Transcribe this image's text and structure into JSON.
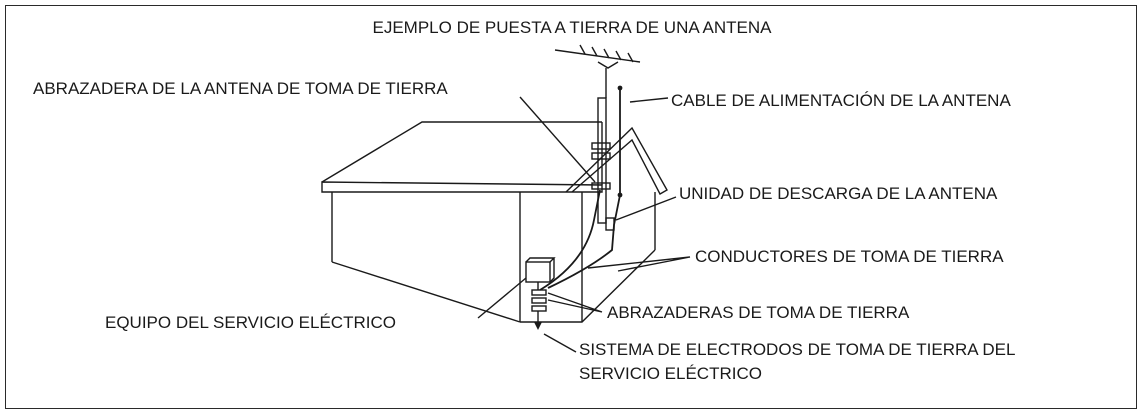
{
  "title": "EJEMPLO DE PUESTA A TIERRA DE UNA ANTENA",
  "labels": {
    "clamp": "ABRAZADERA DE LA ANTENA DE TOMA DE TIERRA",
    "lead_in": "CABLE DE ALIMENTACIÓN DE LA ANTENA",
    "discharge": "UNIDAD DE DESCARGA DE LA ANTENA",
    "conductors": "CONDUCTORES DE TOMA DE TIERRA",
    "service_equipment": "EQUIPO DEL SERVICIO ELÉCTRICO",
    "ground_clamps": "ABRAZADERAS DE TOMA DE TIERRA",
    "electrode_line1": "SISTEMA DE ELECTRODOS DE TOMA DE TIERRA DEL",
    "electrode_line2": "SERVICIO ELÉCTRICO"
  },
  "colors": {
    "ink": "#1a1a1a",
    "frame": "#2a2a2a",
    "background": "#ffffff"
  }
}
